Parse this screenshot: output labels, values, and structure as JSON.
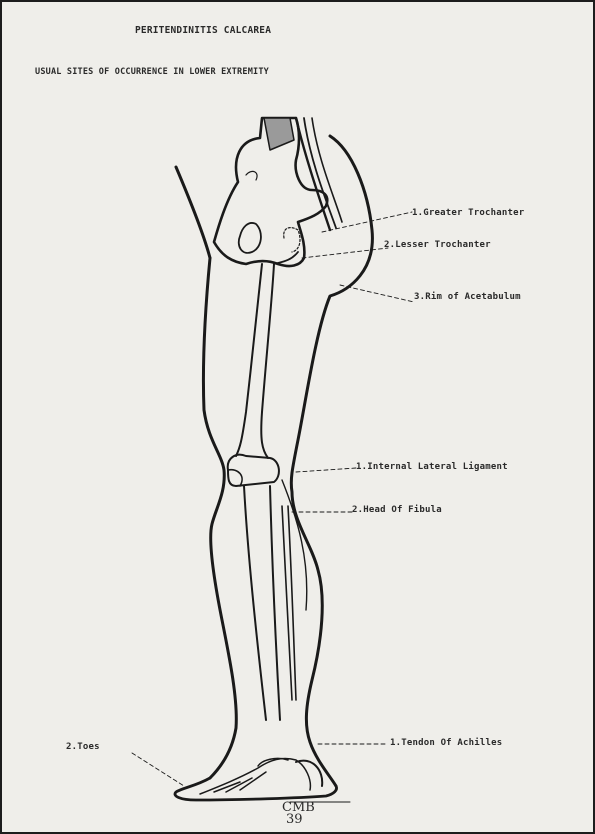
{
  "title": "PERITENDINITIS CALCAREA",
  "subtitle": "USUAL SITES OF OCCURRENCE IN LOWER EXTREMITY",
  "labels": {
    "greater_trochanter": "1.Greater Trochanter",
    "lesser_trochanter": "2.Lesser Trochanter",
    "rim_acetabulum": "3.Rim of Acetabulum",
    "internal_lateral_ligament": "1.Internal Lateral Ligament",
    "head_fibula": "2.Head Of Fibula",
    "tendon_achilles": "1.Tendon Of Achilles",
    "toes": "2.Toes"
  },
  "signature": {
    "initials": "CMB",
    "year": "39"
  }
}
